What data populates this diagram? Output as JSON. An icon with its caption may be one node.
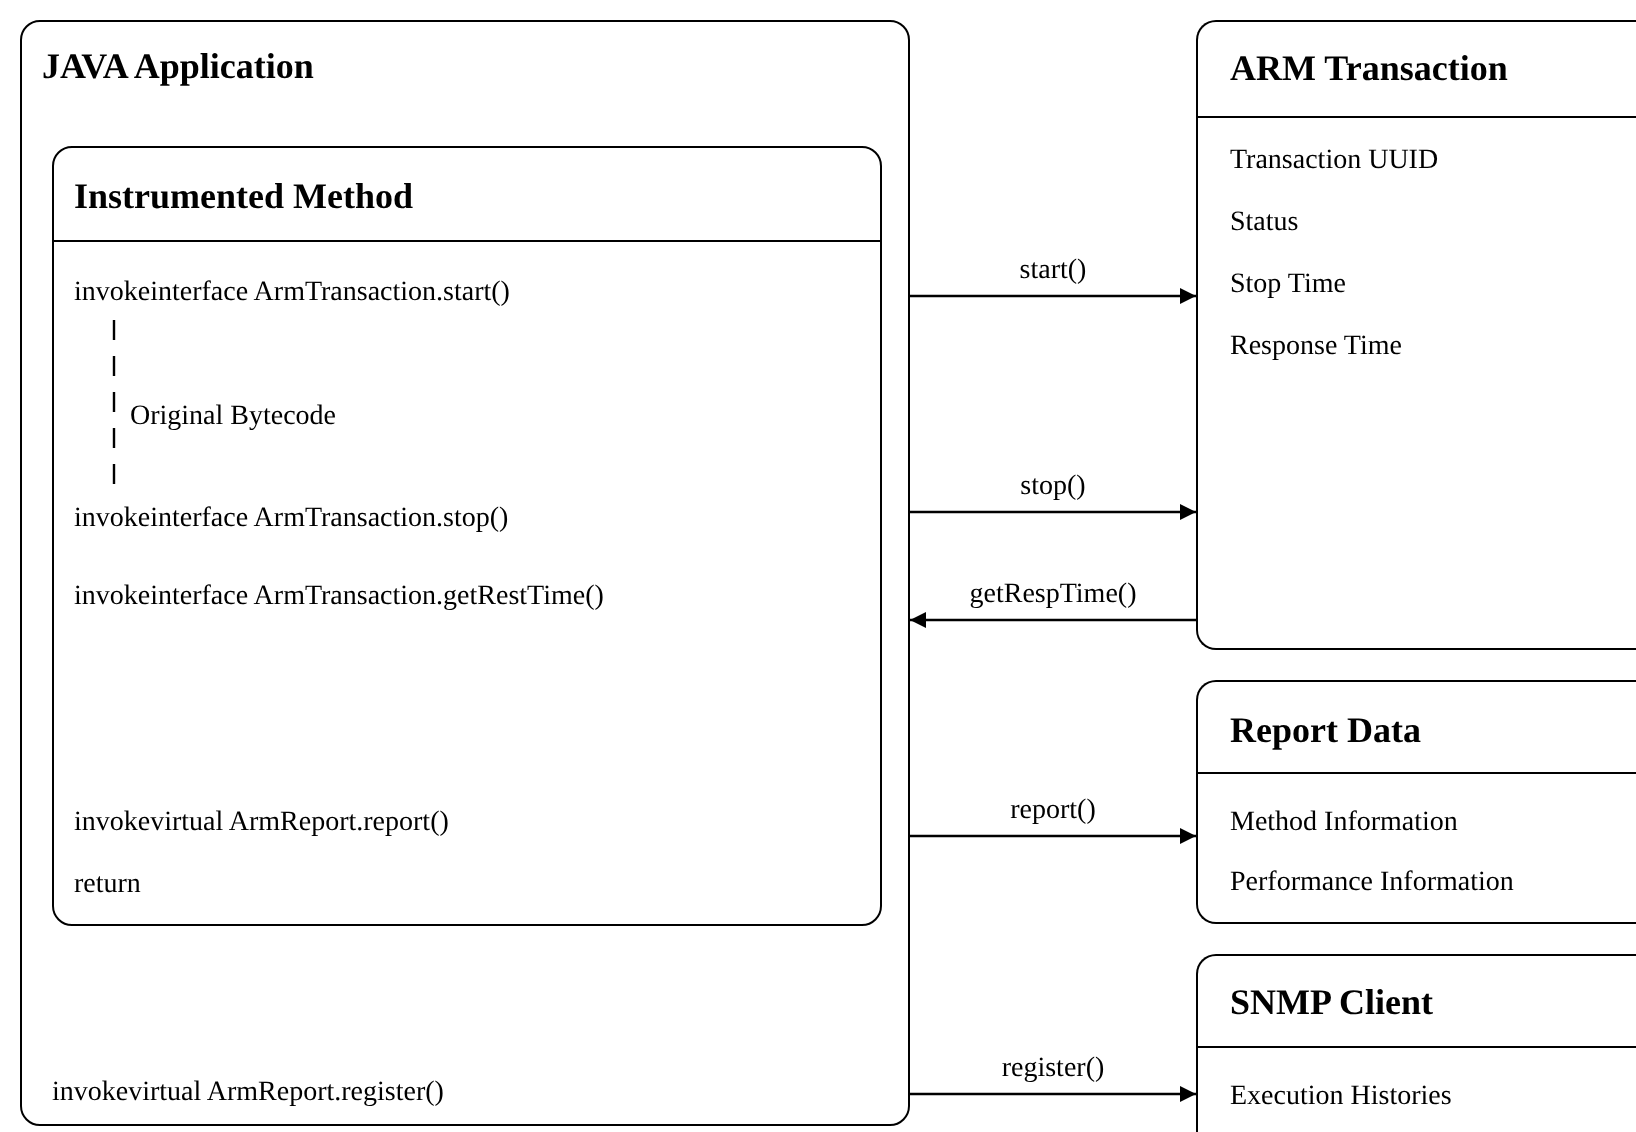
{
  "diagram": {
    "nodes": [
      {
        "text": [
          "JAVA Application",
          "invokevirtual ArmReport.register()"
        ]
      },
      {
        "text": [
          "Instrumented Method",
          "invokeinterface ArmTransaction.start()",
          "Original Bytecode",
          "invokeinterface ArmTransaction.stop()",
          "invokeinterface ArmTransaction.getRestTime()",
          "invokevirtual ArmReport.report()",
          "return"
        ],
        "in": 0
      },
      {
        "text": [
          "ARM Transaction",
          "Transaction UUID",
          "Status",
          "Stop Time",
          "Response Time"
        ]
      },
      {
        "text": [
          "Report Data",
          "Method Information",
          "Performance Information"
        ]
      },
      {
        "text": [
          "SNMP Client",
          "Execution Histories"
        ]
      }
    ],
    "edges": [
      {
        "from": 0,
        "to": 2,
        "arrow": "to",
        "label": "start()"
      },
      {
        "from": 0,
        "to": 2,
        "arrow": "to",
        "label": "stop()"
      },
      {
        "from": 2,
        "to": 0,
        "arrow": "to",
        "label": "getRespTime()"
      },
      {
        "from": 0,
        "to": 3,
        "arrow": "to",
        "label": "report()"
      },
      {
        "from": 0,
        "to": 4,
        "arrow": "to",
        "label": "register()"
      }
    ]
  }
}
